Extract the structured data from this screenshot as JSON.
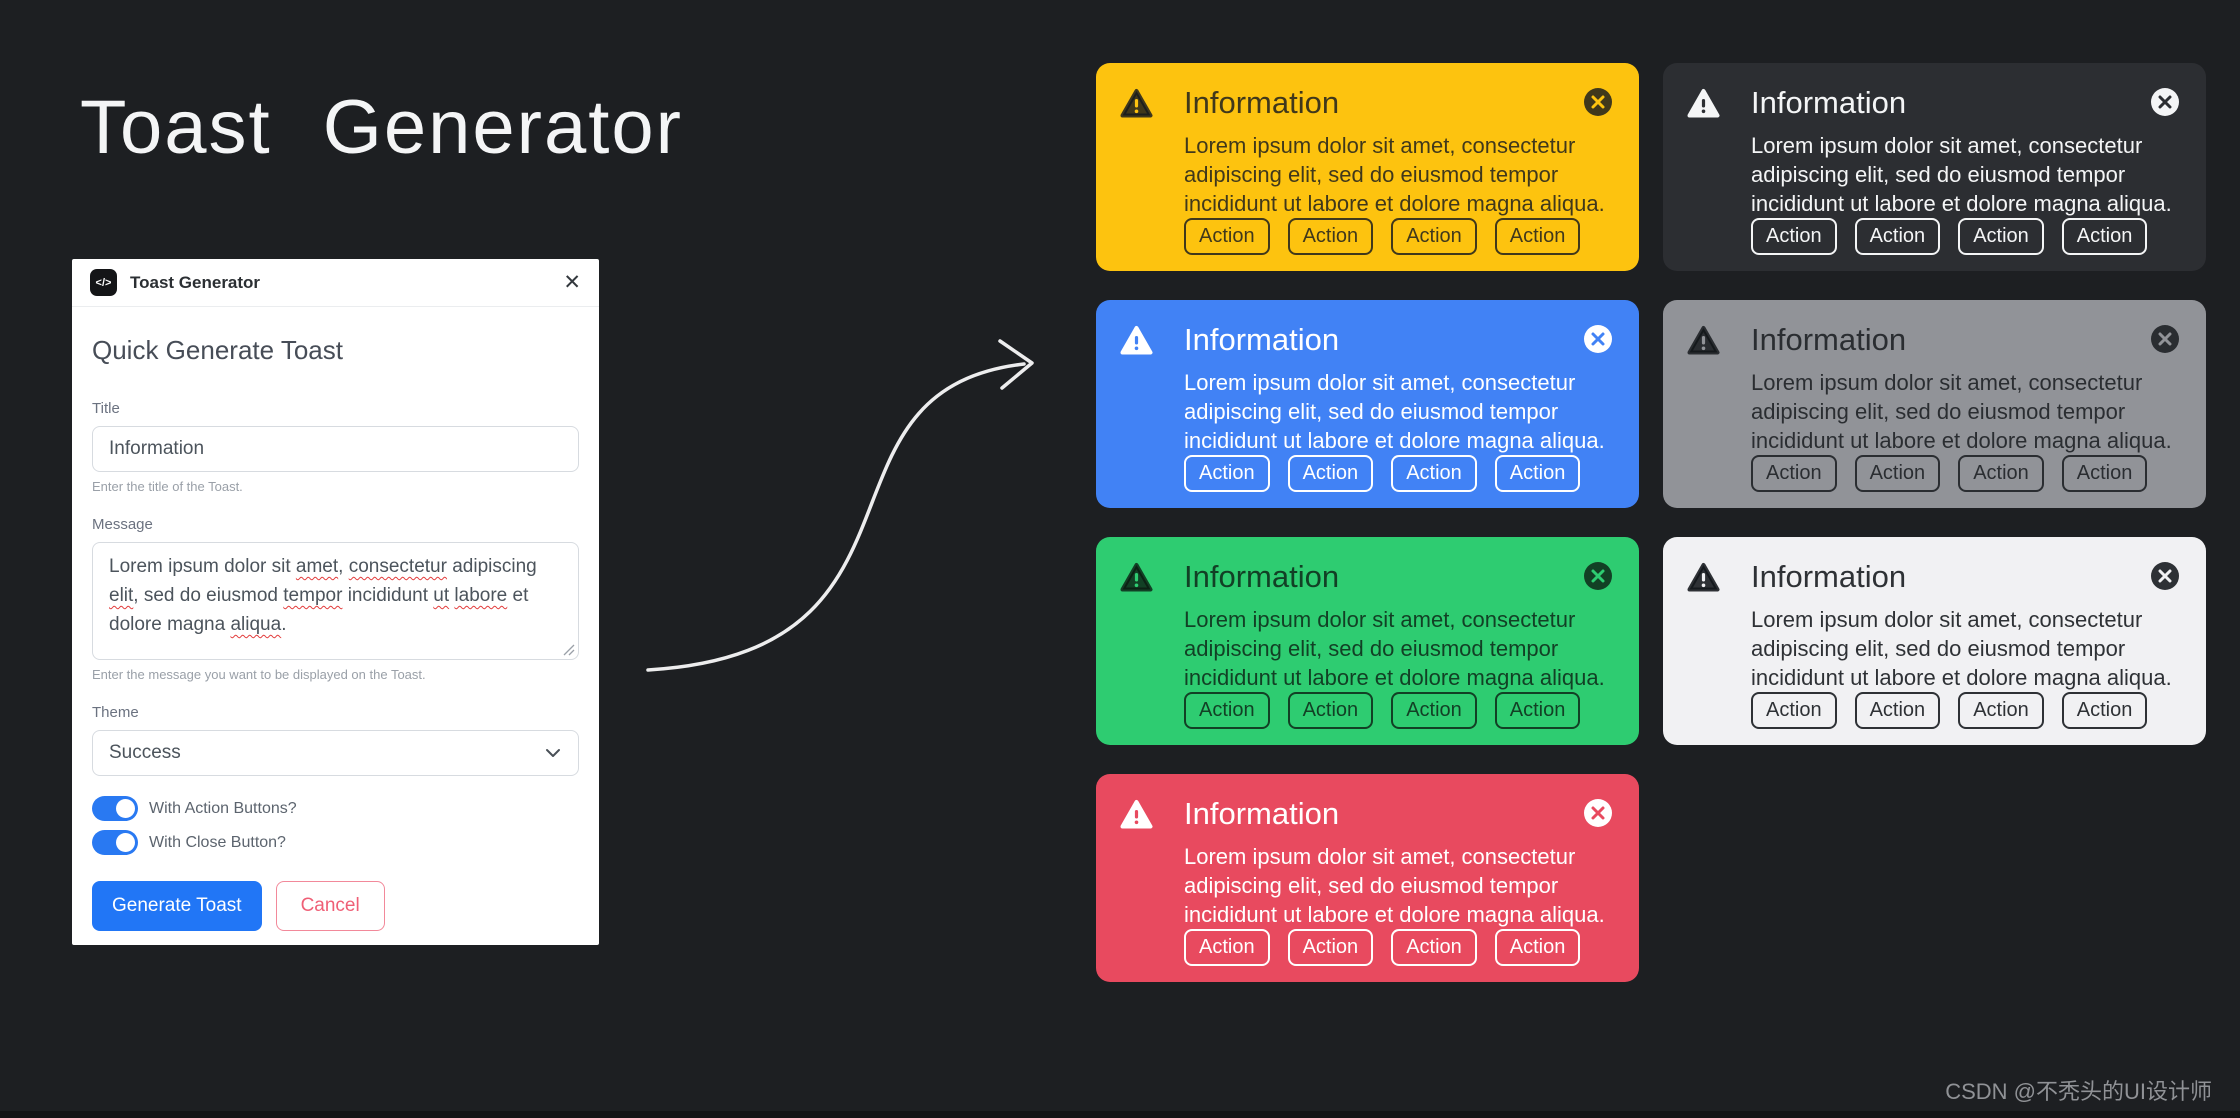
{
  "page": {
    "title": "Toast Generator",
    "watermark": "CSDN @不秃头的UI设计师",
    "colors": {
      "page_bg": "#1d1f22",
      "accent_blue": "#2176f6",
      "toggle_blue": "#2979f2",
      "cancel_red": "#ef5f76",
      "arrow": "#ededee"
    }
  },
  "modal": {
    "header": {
      "badge_glyph": "</>",
      "title": "Toast Generator",
      "close_glyph": "✕"
    },
    "heading": "Quick Generate Toast",
    "fields": {
      "title": {
        "label": "Title",
        "value": "Information",
        "helper": "Enter the title of the Toast."
      },
      "message": {
        "label": "Message",
        "helper": "Enter the message you want to be displayed on the Toast.",
        "segments": [
          {
            "text": "Lorem ipsum dolor sit ",
            "misspelled": false
          },
          {
            "text": "amet",
            "misspelled": true
          },
          {
            "text": ", ",
            "misspelled": false
          },
          {
            "text": "consectetur",
            "misspelled": true
          },
          {
            "text": " adipiscing ",
            "misspelled": false
          },
          {
            "text": "elit",
            "misspelled": true
          },
          {
            "text": ", sed do eiusmod ",
            "misspelled": false
          },
          {
            "text": "tempor",
            "misspelled": true
          },
          {
            "text": " incididunt ",
            "misspelled": false
          },
          {
            "text": "ut",
            "misspelled": true
          },
          {
            "text": " ",
            "misspelled": false
          },
          {
            "text": "labore",
            "misspelled": true
          },
          {
            "text": " et dolore magna ",
            "misspelled": false
          },
          {
            "text": "aliqua",
            "misspelled": true
          },
          {
            "text": ".",
            "misspelled": false
          }
        ]
      },
      "theme": {
        "label": "Theme",
        "value": "Success"
      }
    },
    "toggles": [
      {
        "label": "With Action Buttons?",
        "on": true
      },
      {
        "label": "With Close Button?",
        "on": true
      }
    ],
    "buttons": {
      "generate": "Generate Toast",
      "cancel": "Cancel"
    }
  },
  "toast_content": {
    "title": "Information",
    "message": "Lorem ipsum dolor sit amet, consectetur adipiscing elit, sed do eiusmod tempor incididunt ut labore et dolore magna aliqua.",
    "action_label": "Action",
    "actions_count": 4
  },
  "toasts": [
    {
      "theme": "warning",
      "bg": "#fdc30f",
      "fg": "rgba(22,26,30,0.82)"
    },
    {
      "theme": "dark",
      "bg": "#2c2e32",
      "fg": "#f4f5f6"
    },
    {
      "theme": "primary",
      "bg": "#4182f5",
      "fg": "#ffffff"
    },
    {
      "theme": "secondary",
      "bg": "#919398",
      "fg": "rgba(16,20,24,0.8)"
    },
    {
      "theme": "success",
      "bg": "#2ecc71",
      "fg": "rgba(10,24,16,0.78)"
    },
    {
      "theme": "light",
      "bg": "#f1f1f3",
      "fg": "rgba(18,22,26,0.88)"
    },
    {
      "theme": "danger",
      "bg": "#e84a5f",
      "fg": "#ffffff"
    }
  ]
}
